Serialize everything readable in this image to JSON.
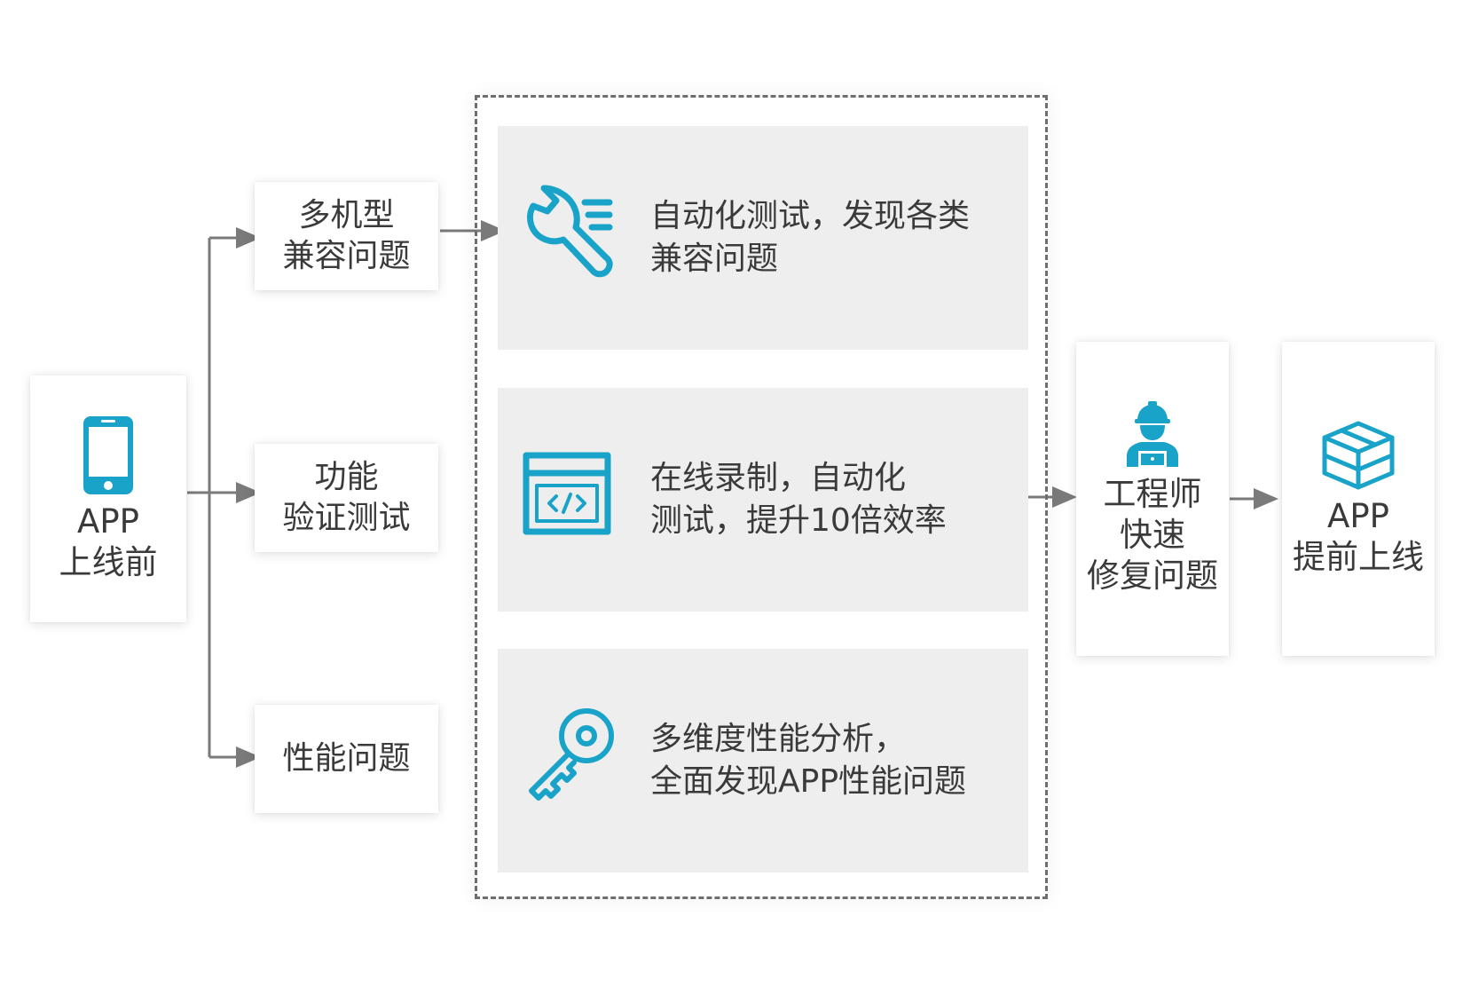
{
  "start": {
    "line1": "APP",
    "line2": "上线前",
    "icon": "smartphone-icon"
  },
  "issues": [
    {
      "line1": "多机型",
      "line2": "兼容问题"
    },
    {
      "line1": "功能",
      "line2": "验证测试"
    },
    {
      "line1": "性能问题"
    }
  ],
  "solutions": [
    {
      "icon": "wrench-icon",
      "line1": "自动化测试，发现各类",
      "line2": "兼容问题"
    },
    {
      "icon": "code-window-icon",
      "line1": "在线录制，自动化",
      "line2": "测试，提升10倍效率"
    },
    {
      "icon": "key-icon",
      "line1": "多维度性能分析，",
      "line2": "全面发现APP性能问题"
    }
  ],
  "engineer": {
    "line1": "工程师",
    "line2": "快速",
    "line3": "修复问题",
    "icon": "engineer-icon"
  },
  "launch": {
    "line1": "APP",
    "line2": "提前上线",
    "icon": "package-icon"
  },
  "colors": {
    "accent": "#1aa3c9",
    "line": "#7a7a7a",
    "panel": "#eeeeee",
    "text": "#3a3a3a"
  }
}
